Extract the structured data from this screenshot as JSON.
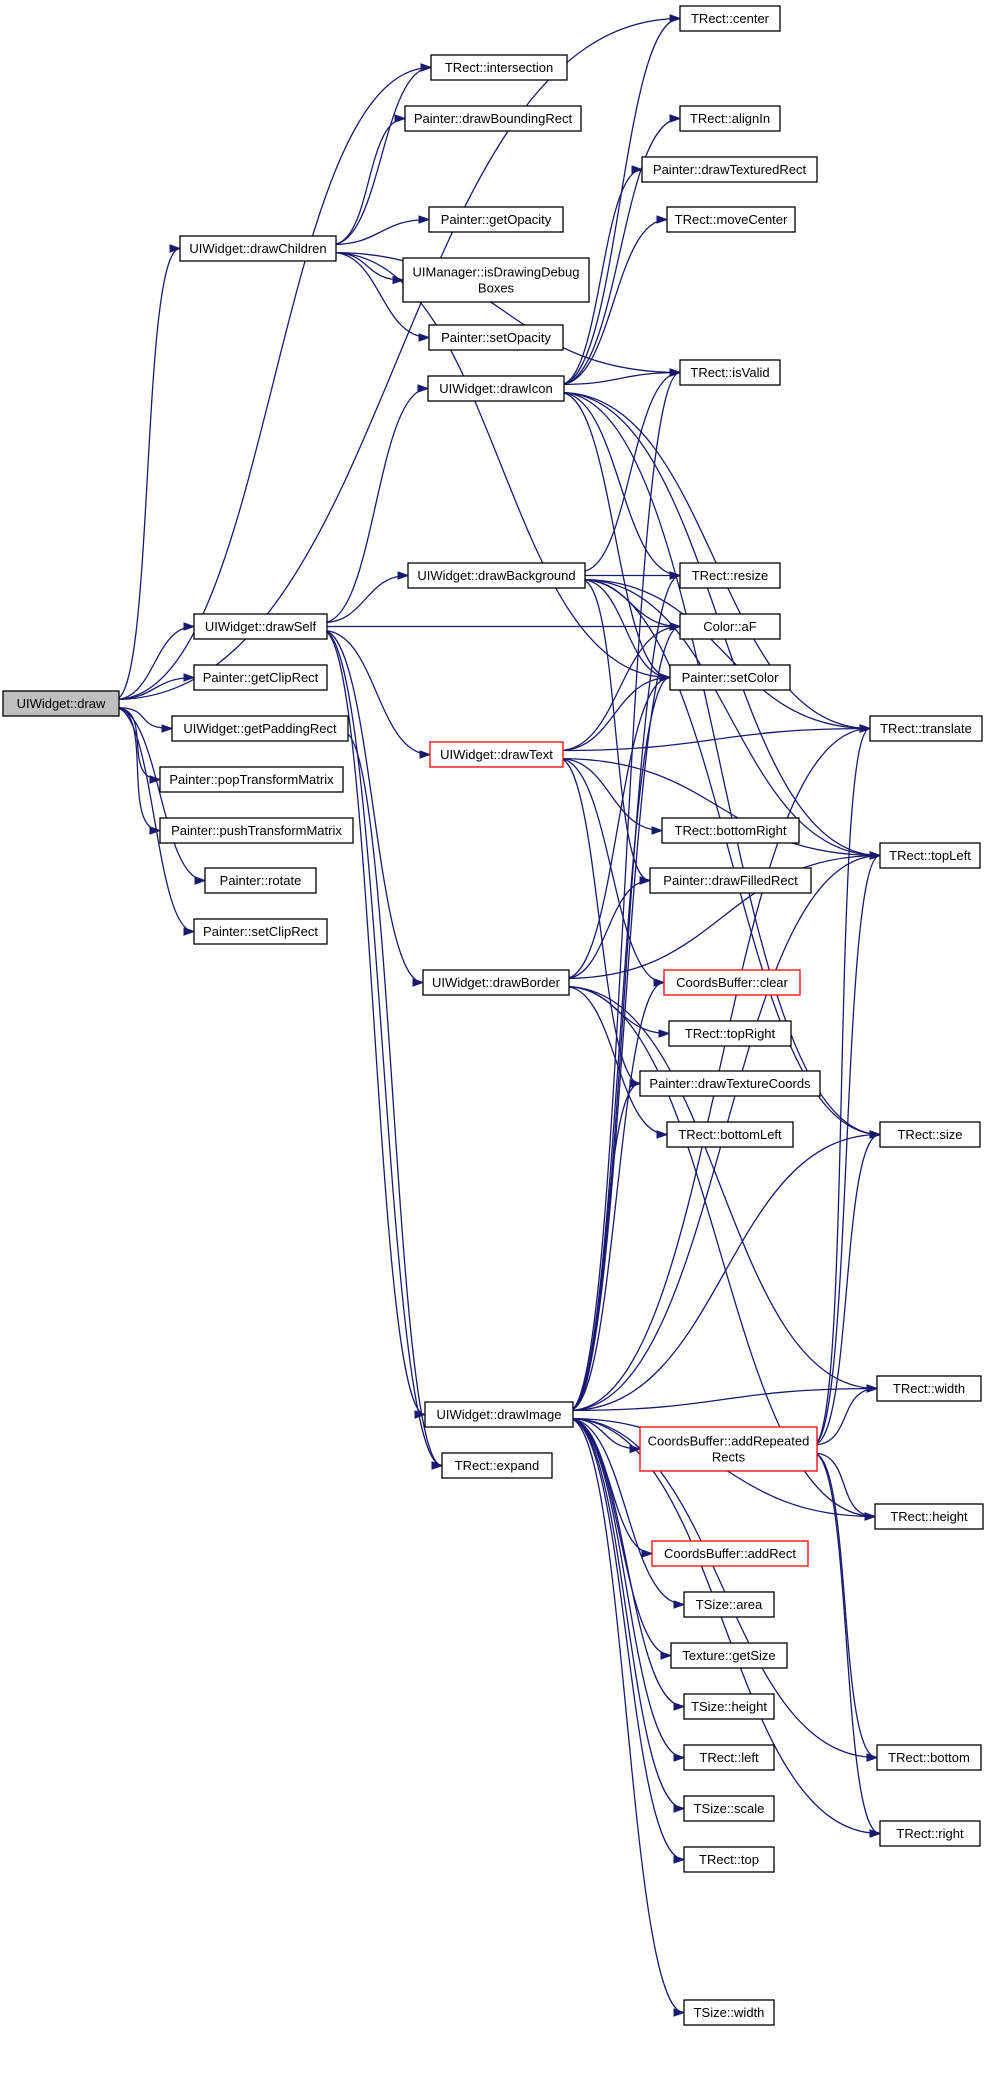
{
  "diagram": {
    "colors": {
      "edge": "#191970",
      "node_border": "#000000",
      "highlight_border": "#ff0000",
      "root_fill": "#bfbfbf"
    },
    "nodes": [
      {
        "id": "draw",
        "label": "UIWidget::draw",
        "root": true
      },
      {
        "id": "drawSelf",
        "label": "UIWidget::drawSelf"
      },
      {
        "id": "drawChildren",
        "label": "UIWidget::drawChildren"
      },
      {
        "id": "getClipRect",
        "label": "Painter::getClipRect"
      },
      {
        "id": "getPaddingRect",
        "label": "UIWidget::getPaddingRect"
      },
      {
        "id": "popTransformMatrix",
        "label": "Painter::popTransformMatrix"
      },
      {
        "id": "pushTransformMatrix",
        "label": "Painter::pushTransformMatrix"
      },
      {
        "id": "rotate",
        "label": "Painter::rotate"
      },
      {
        "id": "setClipRect",
        "label": "Painter::setClipRect"
      },
      {
        "id": "center",
        "label": "TRect::center"
      },
      {
        "id": "intersection",
        "label": "TRect::intersection"
      },
      {
        "id": "drawBoundingRect",
        "label": "Painter::drawBoundingRect"
      },
      {
        "id": "getOpacity",
        "label": "Painter::getOpacity"
      },
      {
        "id": "isDrawingDebugBoxes",
        "label": "UIManager::isDrawingDebug Boxes",
        "lines": [
          "UIManager::isDrawingDebug",
          "Boxes"
        ]
      },
      {
        "id": "setOpacity",
        "label": "Painter::setOpacity"
      },
      {
        "id": "alignIn",
        "label": "TRect::alignIn"
      },
      {
        "id": "drawTexturedRect",
        "label": "Painter::drawTexturedRect"
      },
      {
        "id": "moveCenter",
        "label": "TRect::moveCenter"
      },
      {
        "id": "drawIcon",
        "label": "UIWidget::drawIcon"
      },
      {
        "id": "isValid",
        "label": "TRect::isValid"
      },
      {
        "id": "drawBackground",
        "label": "UIWidget::drawBackground"
      },
      {
        "id": "resize",
        "label": "TRect::resize"
      },
      {
        "id": "colorAF",
        "label": "Color::aF"
      },
      {
        "id": "setColor",
        "label": "Painter::setColor"
      },
      {
        "id": "drawText",
        "label": "UIWidget::drawText",
        "highlight": true
      },
      {
        "id": "translate",
        "label": "TRect::translate"
      },
      {
        "id": "topLeft",
        "label": "TRect::topLeft"
      },
      {
        "id": "bottomRight",
        "label": "TRect::bottomRight"
      },
      {
        "id": "drawFilledRect",
        "label": "Painter::drawFilledRect"
      },
      {
        "id": "drawBorder",
        "label": "UIWidget::drawBorder"
      },
      {
        "id": "cbClear",
        "label": "CoordsBuffer::clear",
        "highlight": true
      },
      {
        "id": "topRight",
        "label": "TRect::topRight"
      },
      {
        "id": "drawTextureCoords",
        "label": "Painter::drawTextureCoords"
      },
      {
        "id": "bottomLeft",
        "label": "TRect::bottomLeft"
      },
      {
        "id": "rsize",
        "label": "TRect::size"
      },
      {
        "id": "rwidth",
        "label": "TRect::width"
      },
      {
        "id": "drawImage",
        "label": "UIWidget::drawImage"
      },
      {
        "id": "addRepeatedRects",
        "label": "CoordsBuffer::addRepeated Rects",
        "highlight": true,
        "lines": [
          "CoordsBuffer::addRepeated",
          "Rects"
        ]
      },
      {
        "id": "expand",
        "label": "TRect::expand"
      },
      {
        "id": "rheight",
        "label": "TRect::height"
      },
      {
        "id": "addRect",
        "label": "CoordsBuffer::addRect",
        "highlight": true
      },
      {
        "id": "area",
        "label": "TSize::area"
      },
      {
        "id": "getSize",
        "label": "Texture::getSize"
      },
      {
        "id": "sheight",
        "label": "TSize::height"
      },
      {
        "id": "left",
        "label": "TRect::left"
      },
      {
        "id": "bottom",
        "label": "TRect::bottom"
      },
      {
        "id": "scale",
        "label": "TSize::scale"
      },
      {
        "id": "right",
        "label": "TRect::right"
      },
      {
        "id": "top",
        "label": "TRect::top"
      },
      {
        "id": "swidth",
        "label": "TSize::width"
      }
    ],
    "edges": [
      [
        "draw",
        "center"
      ],
      [
        "draw",
        "intersection"
      ],
      [
        "draw",
        "drawChildren"
      ],
      [
        "draw",
        "drawSelf"
      ],
      [
        "draw",
        "getClipRect"
      ],
      [
        "draw",
        "getPaddingRect"
      ],
      [
        "draw",
        "popTransformMatrix"
      ],
      [
        "draw",
        "pushTransformMatrix"
      ],
      [
        "draw",
        "rotate"
      ],
      [
        "draw",
        "setClipRect"
      ],
      [
        "drawChildren",
        "intersection"
      ],
      [
        "drawChildren",
        "drawBoundingRect"
      ],
      [
        "drawChildren",
        "getOpacity"
      ],
      [
        "drawChildren",
        "isDrawingDebugBoxes"
      ],
      [
        "drawChildren",
        "setOpacity"
      ],
      [
        "drawChildren",
        "isValid"
      ],
      [
        "drawChildren",
        "setColor"
      ],
      [
        "drawSelf",
        "drawIcon"
      ],
      [
        "drawSelf",
        "drawBackground"
      ],
      [
        "drawSelf",
        "colorAF"
      ],
      [
        "drawSelf",
        "drawText"
      ],
      [
        "drawSelf",
        "drawBorder"
      ],
      [
        "drawSelf",
        "drawImage"
      ],
      [
        "drawSelf",
        "expand"
      ],
      [
        "getPaddingRect",
        "expand"
      ],
      [
        "drawIcon",
        "center"
      ],
      [
        "drawIcon",
        "alignIn"
      ],
      [
        "drawIcon",
        "drawTexturedRect"
      ],
      [
        "drawIcon",
        "moveCenter"
      ],
      [
        "drawIcon",
        "isValid"
      ],
      [
        "drawIcon",
        "resize"
      ],
      [
        "drawIcon",
        "setColor"
      ],
      [
        "drawIcon",
        "translate"
      ],
      [
        "drawIcon",
        "topLeft"
      ],
      [
        "drawIcon",
        "rsize"
      ],
      [
        "drawBackground",
        "isValid"
      ],
      [
        "drawBackground",
        "resize"
      ],
      [
        "drawBackground",
        "colorAF"
      ],
      [
        "drawBackground",
        "setColor"
      ],
      [
        "drawBackground",
        "drawFilledRect"
      ],
      [
        "drawBackground",
        "translate"
      ],
      [
        "drawBackground",
        "topLeft"
      ],
      [
        "drawBackground",
        "rsize"
      ],
      [
        "drawText",
        "translate"
      ],
      [
        "drawText",
        "topLeft"
      ],
      [
        "drawText",
        "bottomRight"
      ],
      [
        "drawText",
        "cbClear"
      ],
      [
        "drawText",
        "drawTextureCoords"
      ],
      [
        "drawText",
        "colorAF"
      ],
      [
        "drawText",
        "setColor"
      ],
      [
        "drawBorder",
        "drawFilledRect"
      ],
      [
        "drawBorder",
        "topLeft"
      ],
      [
        "drawBorder",
        "topRight"
      ],
      [
        "drawBorder",
        "bottomLeft"
      ],
      [
        "drawBorder",
        "rwidth"
      ],
      [
        "drawBorder",
        "rheight"
      ],
      [
        "drawBorder",
        "setColor"
      ],
      [
        "drawImage",
        "isValid"
      ],
      [
        "drawImage",
        "resize"
      ],
      [
        "drawImage",
        "colorAF"
      ],
      [
        "drawImage",
        "setColor"
      ],
      [
        "drawImage",
        "cbClear"
      ],
      [
        "drawImage",
        "drawTextureCoords"
      ],
      [
        "drawImage",
        "translate"
      ],
      [
        "drawImage",
        "topLeft"
      ],
      [
        "drawImage",
        "rsize"
      ],
      [
        "drawImage",
        "rwidth"
      ],
      [
        "drawImage",
        "addRepeatedRects"
      ],
      [
        "drawImage",
        "addRect"
      ],
      [
        "drawImage",
        "area"
      ],
      [
        "drawImage",
        "getSize"
      ],
      [
        "drawImage",
        "sheight"
      ],
      [
        "drawImage",
        "left"
      ],
      [
        "drawImage",
        "scale"
      ],
      [
        "drawImage",
        "top"
      ],
      [
        "drawImage",
        "rheight"
      ],
      [
        "drawImage",
        "bottom"
      ],
      [
        "drawImage",
        "right"
      ],
      [
        "drawImage",
        "swidth"
      ],
      [
        "addRepeatedRects",
        "rwidth"
      ],
      [
        "addRepeatedRects",
        "rheight"
      ],
      [
        "addRepeatedRects",
        "bottom"
      ],
      [
        "addRepeatedRects",
        "right"
      ],
      [
        "addRepeatedRects",
        "translate"
      ],
      [
        "addRepeatedRects",
        "topLeft"
      ],
      [
        "addRepeatedRects",
        "rsize"
      ]
    ]
  }
}
